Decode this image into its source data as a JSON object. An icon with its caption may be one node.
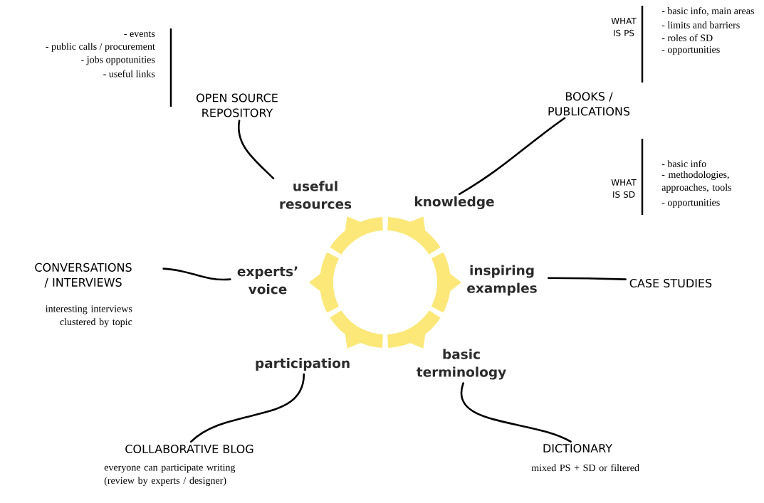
{
  "diagram": {
    "nodes": [
      {
        "text": [
          "OPEN SOURCE REPOSITORY"
        ],
        "beside": [
          "- events",
          "- public calls / procurement",
          "- jobs oppotunities",
          "- useful links"
        ]
      },
      {
        "text": [
          "BOOKS / PUBLICATIONS"
        ]
      },
      {
        "text": [
          "useful resources"
        ]
      },
      {
        "text": [
          "knowledge"
        ]
      },
      {
        "text": [
          "CONVERSATIONS / INTERVIEWS"
        ],
        "beside": [
          "interesting interviews clustered by topic"
        ]
      },
      {
        "text": [
          "experts’ voice"
        ]
      },
      {
        "text": [
          "inspiring examples"
        ]
      },
      {
        "text": [
          "CASE STUDIES"
        ]
      },
      {
        "text": [
          "participation"
        ]
      },
      {
        "text": [
          "basic terminology"
        ]
      },
      {
        "text": [
          "COLLABORATIVE BLOG"
        ],
        "beside": [
          "everyone can participate writing (review by experts / designer)"
        ]
      },
      {
        "text": [
          "DICTIONARY"
        ],
        "beside": [
          "mixed PS + SD or filtered"
        ]
      }
    ],
    "edges": [
      {
        "from": 0,
        "to": 2,
        "arrow": "none"
      },
      {
        "from": 1,
        "to": 3,
        "arrow": "none"
      },
      {
        "from": 4,
        "to": 5,
        "arrow": "none"
      },
      {
        "from": 6,
        "to": 7,
        "arrow": "none"
      },
      {
        "from": 8,
        "to": 10,
        "arrow": "none"
      },
      {
        "from": 9,
        "to": 11,
        "arrow": "none"
      }
    ],
    "labels": [
      "WHAT IS PS",
      "- basic info, main areas",
      "- limits and barriers",
      "- roles of SD",
      "- opportunities",
      "WHAT IS SD",
      "- basic info",
      "- methodologies, approaches, tools",
      "- opportunities"
    ]
  }
}
